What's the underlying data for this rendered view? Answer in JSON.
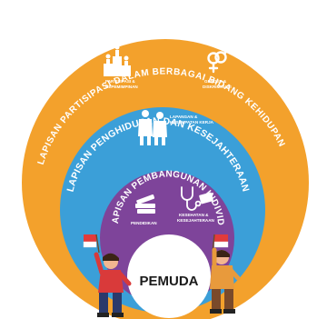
{
  "colors": {
    "outer_layer": "#F3A12C",
    "middle_layer": "#3B9FD8",
    "inner_layer": "#7E449A",
    "center": "#FFFFFF",
    "text": "#FFFFFF",
    "figure_red": "#D93A3A",
    "figure_skin": "#F2B690"
  },
  "layers": {
    "outer": {
      "title": "LAPISAN PARTISIPASI DALAM BERBAGAI BIDANG KEHIDUPAN",
      "items": [
        {
          "label_lines": [
            "PARTISIPASI &",
            "KEPEMIMPINAN"
          ],
          "icon": "podium-people-icon"
        },
        {
          "label_lines": [
            "GENDER &",
            "DISKRIMINASI"
          ],
          "icon": "gender-symbol-icon"
        }
      ]
    },
    "middle": {
      "title": "LAPISAN PENGHIDUPAN DAN KESEJAHTERAAN",
      "items": [
        {
          "label_lines": [
            "LAPANGAN &",
            "KESEMPATAN KERJA"
          ],
          "icon": "workers-icon"
        }
      ]
    },
    "inner": {
      "title": "LAPISAN PEMBANGUNAN INDIVIDU",
      "items": [
        {
          "label_lines": [
            "PENDIDIKAN"
          ],
          "icon": "books-icon"
        },
        {
          "label_lines": [
            "KESEHATAN &",
            "KESEJAHTERAAN"
          ],
          "icon": "stethoscope-icon"
        }
      ]
    }
  },
  "center": {
    "label": "PEMUDA"
  }
}
